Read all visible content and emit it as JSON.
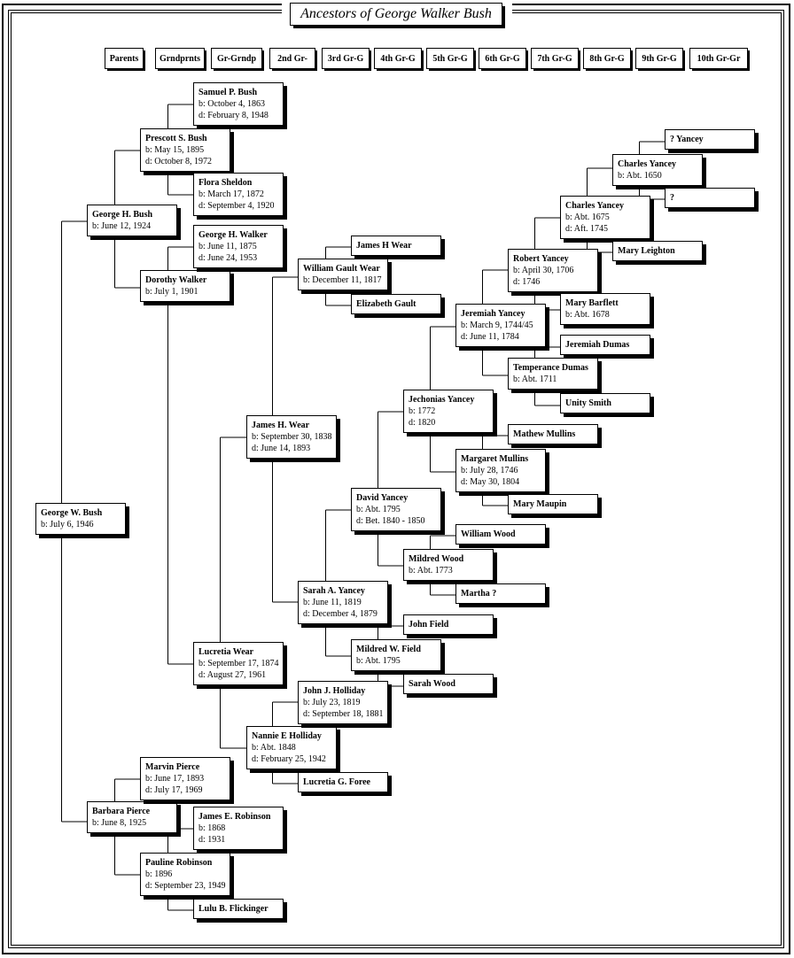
{
  "title": "Ancestors of George Walker Bush",
  "generation_buttons": [
    "Parents",
    "Grndprnts",
    "Gr-Grndp",
    "2nd Gr-",
    "3rd Gr-G",
    "4th Gr-G",
    "5th Gr-G",
    "6th Gr-G",
    "7th Gr-G",
    "8th Gr-G",
    "9th Gr-G",
    "10th Gr-Gr"
  ],
  "people": {
    "gwb": {
      "name": "George W. Bush",
      "b": "b: July 6, 1946"
    },
    "ghb": {
      "name": "George H. Bush",
      "b": "b: June 12, 1924"
    },
    "bp": {
      "name": "Barbara Pierce",
      "b": "b: June 8, 1925"
    },
    "psb": {
      "name": "Prescott S. Bush",
      "b": "b: May 15, 1895",
      "d": "d: October 8, 1972"
    },
    "dw": {
      "name": "Dorothy Walker",
      "b": "b: July 1, 1901"
    },
    "spb": {
      "name": "Samuel P. Bush",
      "b": "b: October 4, 1863",
      "d": "d: February 8, 1948"
    },
    "fs": {
      "name": "Flora Sheldon",
      "b": "b: March 17, 1872",
      "d": "d: September 4, 1920"
    },
    "ghw": {
      "name": "George H. Walker",
      "b": "b: June 11, 1875",
      "d": "d: June 24, 1953"
    },
    "lw": {
      "name": "Lucretia Wear",
      "b": "b: September 17, 1874",
      "d": "d: August 27, 1961"
    },
    "jhw": {
      "name": "James H. Wear",
      "b": "b: September 30, 1838",
      "d": "d: June 14, 1893"
    },
    "nh": {
      "name": "Nannie E Holliday",
      "b": "b: Abt. 1848",
      "d": "d: February 25, 1942"
    },
    "wgw": {
      "name": "William Gault Wear",
      "b": "b: December 11, 1817"
    },
    "sy": {
      "name": "Sarah A. Yancey",
      "b": "b: June 11, 1819",
      "d": "d: December 4, 1879"
    },
    "jjh": {
      "name": "John J. Holliday",
      "b": "b: July 23, 1819",
      "d": "d: September 18, 1881"
    },
    "lgf": {
      "name": "Lucretia G. Foree"
    },
    "jhw2": {
      "name": "James H Wear"
    },
    "eg": {
      "name": "Elizabeth Gault"
    },
    "dy": {
      "name": "David Yancey",
      "b": "b: Abt. 1795",
      "d": "d: Bet. 1840 - 1850"
    },
    "mwf": {
      "name": "Mildred W. Field",
      "b": "b: Abt. 1795"
    },
    "jy": {
      "name": "Jechonias Yancey",
      "b": "b: 1772",
      "d": "d: 1820"
    },
    "mw": {
      "name": "Mildred Wood",
      "b": "b: Abt. 1773"
    },
    "jf": {
      "name": "John Field"
    },
    "sw": {
      "name": "Sarah Wood"
    },
    "jey": {
      "name": "Jeremiah Yancey",
      "b": "b: March 9, 1744/45",
      "d": "d: June 11, 1784"
    },
    "mm": {
      "name": "Margaret Mullins",
      "b": "b: July 28, 1746",
      "d": "d: May 30, 1804"
    },
    "ww": {
      "name": "William Wood"
    },
    "ma": {
      "name": "Martha ?"
    },
    "ry": {
      "name": "Robert Yancey",
      "b": "b: April 30, 1706",
      "d": "d: 1746"
    },
    "td": {
      "name": "Temperance Dumas",
      "b": "b: Abt. 1711"
    },
    "mam": {
      "name": "Mathew Mullins"
    },
    "mmp": {
      "name": "Mary Maupin"
    },
    "cy1": {
      "name": "Charles Yancey",
      "b": "b: Abt. 1675",
      "d": "d: Aft. 1745"
    },
    "mb": {
      "name": "Mary Barflett",
      "b": "b: Abt. 1678"
    },
    "jd": {
      "name": "Jeremiah Dumas"
    },
    "us": {
      "name": "Unity Smith"
    },
    "cy2": {
      "name": "Charles Yancey",
      "b": "b: Abt. 1650"
    },
    "ml": {
      "name": "Mary Leighton"
    },
    "qy": {
      "name": "? Yancey"
    },
    "qq": {
      "name": "?"
    },
    "mp": {
      "name": "Marvin Pierce",
      "b": "b: June 17, 1893",
      "d": "d: July 17, 1969"
    },
    "pr": {
      "name": "Pauline Robinson",
      "b": "b: 1896",
      "d": "d: September 23, 1949"
    },
    "jer": {
      "name": "James E. Robinson",
      "b": "b: 1868",
      "d": "d: 1931"
    },
    "lbf": {
      "name": "Lulu B. Flickinger"
    }
  }
}
